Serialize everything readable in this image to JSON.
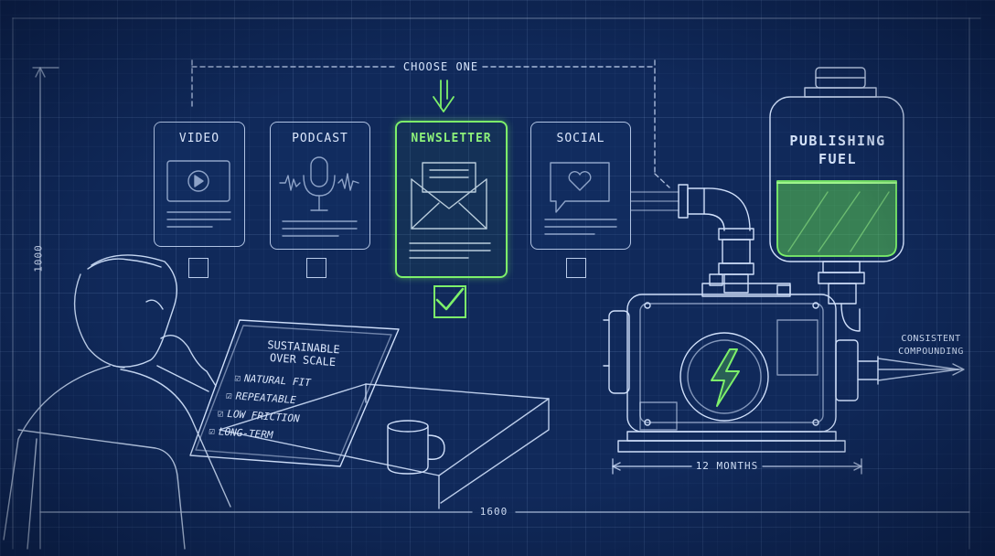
{
  "header": {
    "choose_label": "CHOOSE ONE"
  },
  "formats": [
    {
      "label": "VIDEO",
      "icon": "video-play-icon",
      "selected": false
    },
    {
      "label": "PODCAST",
      "icon": "microphone-icon",
      "selected": false
    },
    {
      "label": "NEWSLETTER",
      "icon": "envelope-icon",
      "selected": true
    },
    {
      "label": "SOCIAL",
      "icon": "heart-chat-icon",
      "selected": false
    }
  ],
  "tank": {
    "label_line1": "PUBLISHING",
    "label_line2": "FUEL",
    "fill_fraction": 0.55
  },
  "output": {
    "line1": "CONSISTENT",
    "line2": "COMPOUNDING"
  },
  "board": {
    "title_line1": "SUSTAINABLE",
    "title_line2": "OVER SCALE",
    "items": [
      "NATURAL FIT",
      "REPEATABLE",
      "LOW FRICTION",
      "LONG-TERM"
    ]
  },
  "dimensions": {
    "width": "1600",
    "height": "1000",
    "duration": "12 MONTHS"
  },
  "colors": {
    "background": "#10295a",
    "line": "#cfdffa",
    "accent": "#7df06a"
  }
}
